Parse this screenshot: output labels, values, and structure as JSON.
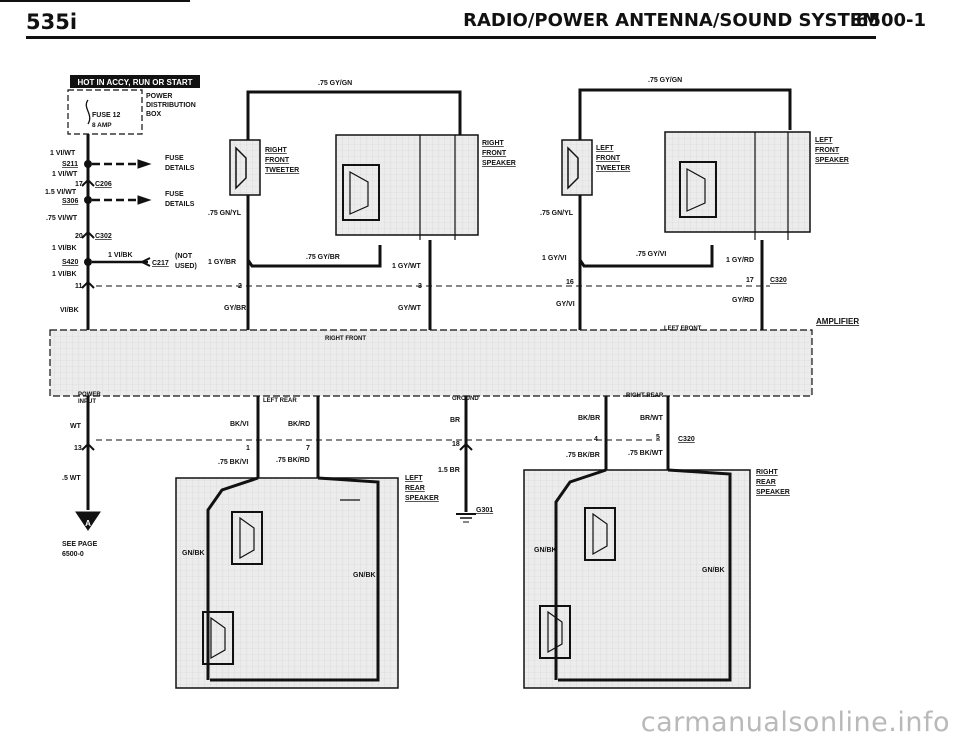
{
  "header": {
    "model": "535i",
    "title": "RADIO/POWER ANTENNA/SOUND SYSTEM",
    "page_code": "6500-1"
  },
  "hot_banner": "HOT IN ACCY, RUN OR START",
  "fuse_box": {
    "fuse": "FUSE 12",
    "amp": "8 AMP",
    "name_lines": [
      "POWER",
      "DISTRIBUTION",
      "BOX"
    ]
  },
  "left_wires": {
    "w1": "1 VI/WT",
    "s211": "S211",
    "w2": "1 VI/WT",
    "c206_pin": "17",
    "c206": "C206",
    "w3": "1.5 VI/WT",
    "s306": "S306",
    "w4": ".75 VI/WT",
    "c302_pin": "20",
    "c302": "C302",
    "w5": "1 VI/BK",
    "s420": "S420",
    "w6": "1 VI/BK",
    "c217": "C217",
    "c217_note1": "(NOT",
    "c217_note2": "USED)",
    "w7": "1 VI/BK",
    "pin11": "11",
    "w8": "VI/BK",
    "fuse_details": "FUSE",
    "details": "DETAILS"
  },
  "amplifier": {
    "label": "AMPLIFIER",
    "right_front": "RIGHT FRONT",
    "left_front": "LEFT FRONT",
    "left_rear": "LEFT REAR",
    "ground": "GROUND",
    "right_rear": "RIGHT REAR",
    "power_input_1": "POWER",
    "power_input_2": "INPUT"
  },
  "right_front": {
    "top_wire": ".75 GY/GN",
    "tweeter": [
      "RIGHT",
      "FRONT",
      "TWEETER"
    ],
    "speaker": [
      "RIGHT",
      "FRONT",
      "SPEAKER"
    ],
    "w_gnyl": ".75 GN/YL",
    "w_gybr_top": ".75 GY/BR",
    "w_1gybr": "1 GY/BR",
    "w_1gywt": "1 GY/WT",
    "pin2": "2",
    "pin3": "3",
    "gybr": "GY/BR",
    "gywt": "GY/WT"
  },
  "left_front": {
    "top_wire": ".75 GY/GN",
    "tweeter": [
      "LEFT",
      "FRONT",
      "TWEETER"
    ],
    "speaker": [
      "LEFT",
      "FRONT",
      "SPEAKER"
    ],
    "w_gnyl": ".75 GN/YL",
    "w_gyvi_top": ".75 GY/VI",
    "w_1gyvi": "1 GY/VI",
    "w_1gyrd": "1 GY/RD",
    "pin16": "16",
    "pin17": "17",
    "c320": "C320",
    "gyvi": "GY/VI",
    "gyrd": "GY/RD"
  },
  "power": {
    "wt": "WT",
    "pin13": "13",
    "w5wt": ".5 WT",
    "see1": "SEE PAGE",
    "see2": "6500-0",
    "marker": "A"
  },
  "left_rear": {
    "bkvi": "BK/VI",
    "bkrd": "BK/RD",
    "pin1": "1",
    "pin7": "7",
    "w_bkvi": ".75 BK/VI",
    "w_bkrd": ".75 BK/RD",
    "gnbk1": "GN/BK",
    "gnbk2": "GN/BK",
    "speaker": [
      "LEFT",
      "REAR",
      "SPEAKER"
    ]
  },
  "ground": {
    "br": "BR",
    "pin18": "18",
    "w15br": "1.5 BR",
    "g301": "G301"
  },
  "right_rear": {
    "bkbr": "BK/BR",
    "brwt": "BR/WT",
    "pin4": "4",
    "pin5": "5",
    "c320": "C320",
    "w_bkbr": ".75 BK/BR",
    "w_bkwt": ".75 BK/WT",
    "gnbk1": "GN/BK",
    "gnbk2": "GN/BK",
    "speaker": [
      "RIGHT",
      "REAR",
      "SPEAKER"
    ]
  },
  "watermark": "carmanualsonline.info"
}
